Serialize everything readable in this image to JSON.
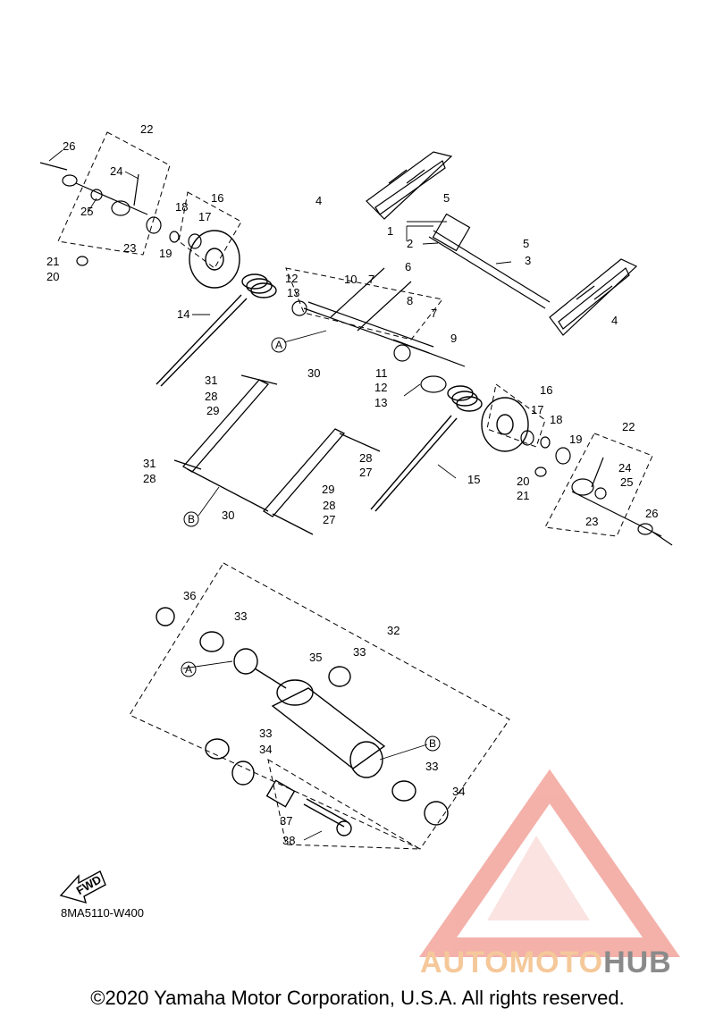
{
  "diagram": {
    "part_labels": [
      {
        "id": "22-left",
        "text": "22"
      },
      {
        "id": "26-left",
        "text": "26"
      },
      {
        "id": "24-left",
        "text": "24"
      },
      {
        "id": "25-left",
        "text": "25"
      },
      {
        "id": "23-left",
        "text": "23"
      },
      {
        "id": "21-left",
        "text": "21"
      },
      {
        "id": "20-left",
        "text": "20"
      },
      {
        "id": "16-left",
        "text": "16"
      },
      {
        "id": "18-left",
        "text": "18"
      },
      {
        "id": "17-left",
        "text": "17"
      },
      {
        "id": "19-left",
        "text": "19"
      },
      {
        "id": "4-top",
        "text": "4"
      },
      {
        "id": "5-top",
        "text": "5"
      },
      {
        "id": "1",
        "text": "1"
      },
      {
        "id": "2",
        "text": "2"
      },
      {
        "id": "5-right",
        "text": "5"
      },
      {
        "id": "3",
        "text": "3"
      },
      {
        "id": "4-right",
        "text": "4"
      },
      {
        "id": "6",
        "text": "6"
      },
      {
        "id": "12-top",
        "text": "12"
      },
      {
        "id": "10",
        "text": "10"
      },
      {
        "id": "13-top",
        "text": "13"
      },
      {
        "id": "7-left",
        "text": "7"
      },
      {
        "id": "8",
        "text": "8"
      },
      {
        "id": "7-right",
        "text": "7"
      },
      {
        "id": "9",
        "text": "9"
      },
      {
        "id": "14",
        "text": "14"
      },
      {
        "id": "30-top",
        "text": "30"
      },
      {
        "id": "11",
        "text": "11"
      },
      {
        "id": "12-mid",
        "text": "12"
      },
      {
        "id": "13-mid",
        "text": "13"
      },
      {
        "id": "31-top",
        "text": "31"
      },
      {
        "id": "28-a",
        "text": "28"
      },
      {
        "id": "29-left",
        "text": "29"
      },
      {
        "id": "31-bot",
        "text": "31"
      },
      {
        "id": "28-b",
        "text": "28"
      },
      {
        "id": "28-c",
        "text": "28"
      },
      {
        "id": "27-a",
        "text": "27"
      },
      {
        "id": "29-right",
        "text": "29"
      },
      {
        "id": "30-bot",
        "text": "30"
      },
      {
        "id": "28-d",
        "text": "28"
      },
      {
        "id": "27-b",
        "text": "27"
      },
      {
        "id": "15",
        "text": "15"
      },
      {
        "id": "16-right",
        "text": "16"
      },
      {
        "id": "17-right",
        "text": "17"
      },
      {
        "id": "18-right",
        "text": "18"
      },
      {
        "id": "19-right",
        "text": "19"
      },
      {
        "id": "22-right",
        "text": "22"
      },
      {
        "id": "24-right",
        "text": "24"
      },
      {
        "id": "20-right",
        "text": "20"
      },
      {
        "id": "25-right",
        "text": "25"
      },
      {
        "id": "21-right",
        "text": "21"
      },
      {
        "id": "23-right",
        "text": "23"
      },
      {
        "id": "26-right",
        "text": "26"
      },
      {
        "id": "36",
        "text": "36"
      },
      {
        "id": "33-a",
        "text": "33"
      },
      {
        "id": "32",
        "text": "32"
      },
      {
        "id": "33-b",
        "text": "33"
      },
      {
        "id": "35",
        "text": "35"
      },
      {
        "id": "33-c",
        "text": "33"
      },
      {
        "id": "34-a",
        "text": "34"
      },
      {
        "id": "33-d",
        "text": "33"
      },
      {
        "id": "34-b",
        "text": "34"
      },
      {
        "id": "37",
        "text": "37"
      },
      {
        "id": "38",
        "text": "38"
      }
    ],
    "reference_marks": [
      {
        "id": "A-top",
        "text": "A"
      },
      {
        "id": "B-top",
        "text": "B"
      },
      {
        "id": "A-bottom",
        "text": "A"
      },
      {
        "id": "B-bottom",
        "text": "B"
      }
    ],
    "fwd_label": "FWD",
    "diagram_code": "8MA5110-W400"
  },
  "watermark": {
    "brand_first": "AUTOMOTO",
    "brand_second": "HUB",
    "logo_color": "#f2a49c"
  },
  "footer": {
    "copyright": "©2020 Yamaha Motor Corporation, U.S.A. All rights reserved."
  }
}
